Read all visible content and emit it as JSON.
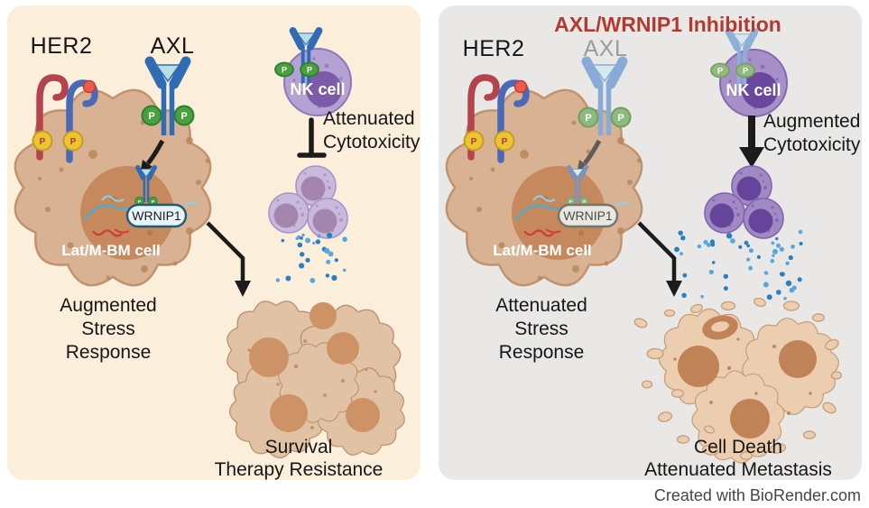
{
  "glyphs": {
    "p": "P"
  },
  "credit": "Created with BioRender.com",
  "colors": {
    "panel_left_bg": "#fbeeda",
    "panel_right_bg": "#e9e8e6",
    "title_red": "#b23a31",
    "active_receptor_blue": "#2f6cb3",
    "inhibited_receptor_blue": "#87abd6",
    "phospho_green": "#4aa03d",
    "phospho_yellow": "#ecc433",
    "granule_blue": "#2a7fc1",
    "nk_purple": "#b4a2d4",
    "tumor_tan": "#e2c2a5"
  },
  "panels": {
    "left": {
      "her2": "HER2",
      "axl": "AXL",
      "nk": "NK cell",
      "cell": "Lat/M-BM cell",
      "wrnip1": "WRNIP1",
      "cyto": [
        "Attenuated",
        "Cytotoxicity"
      ],
      "stress": [
        "Augmented",
        "Stress",
        "Response"
      ],
      "outcome": [
        "Survival",
        "Therapy Resistance"
      ]
    },
    "right": {
      "title": "AXL/WRNIP1 Inhibition",
      "her2": "HER2",
      "axl": "AXL",
      "nk": "NK cell",
      "cell": "Lat/M-BM cell",
      "wrnip1": "WRNIP1",
      "cyto": [
        "Augmented",
        "Cytotoxicity"
      ],
      "stress": [
        "Attenuated",
        "Stress",
        "Response"
      ],
      "outcome": [
        "Cell Death",
        "Attenuated Metastasis"
      ]
    }
  }
}
